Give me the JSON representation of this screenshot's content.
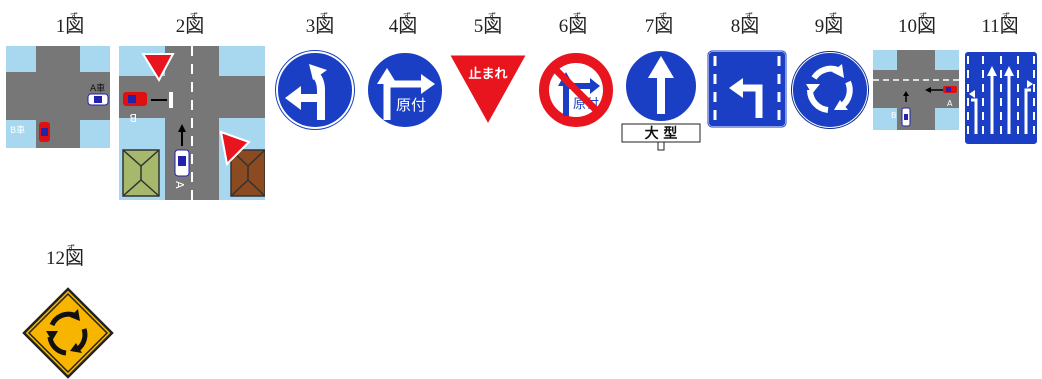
{
  "figures": [
    {
      "num": "1",
      "kanji": "図",
      "ruby": "ず",
      "texts": {
        "car_a": "A車",
        "car_b": "B車"
      }
    },
    {
      "num": "2",
      "kanji": "図",
      "ruby": "ず",
      "texts": {
        "b": "B",
        "a": "A"
      }
    },
    {
      "num": "3",
      "kanji": "図",
      "ruby": "ず"
    },
    {
      "num": "4",
      "kanji": "図",
      "ruby": "ず",
      "texts": {
        "moped": "原付"
      }
    },
    {
      "num": "5",
      "kanji": "図",
      "ruby": "ず",
      "texts": {
        "stop": "止まれ"
      }
    },
    {
      "num": "6",
      "kanji": "図",
      "ruby": "ず",
      "texts": {
        "moped": "原付"
      }
    },
    {
      "num": "7",
      "kanji": "図",
      "ruby": "ず",
      "texts": {
        "plate": "大 型"
      }
    },
    {
      "num": "8",
      "kanji": "図",
      "ruby": "ず"
    },
    {
      "num": "9",
      "kanji": "図",
      "ruby": "ず"
    },
    {
      "num": "10",
      "kanji": "図",
      "ruby": "ず",
      "texts": {
        "b": "B",
        "a": "A"
      }
    },
    {
      "num": "11",
      "kanji": "図",
      "ruby": "ず"
    },
    {
      "num": "12",
      "kanji": "図",
      "ruby": "ず"
    }
  ],
  "colors": {
    "road": "#777777",
    "grass": "#a8d8f0",
    "sign_blue": "#1a3fc4",
    "sign_red": "#e8141e",
    "warning_yellow": "#f7b500"
  }
}
